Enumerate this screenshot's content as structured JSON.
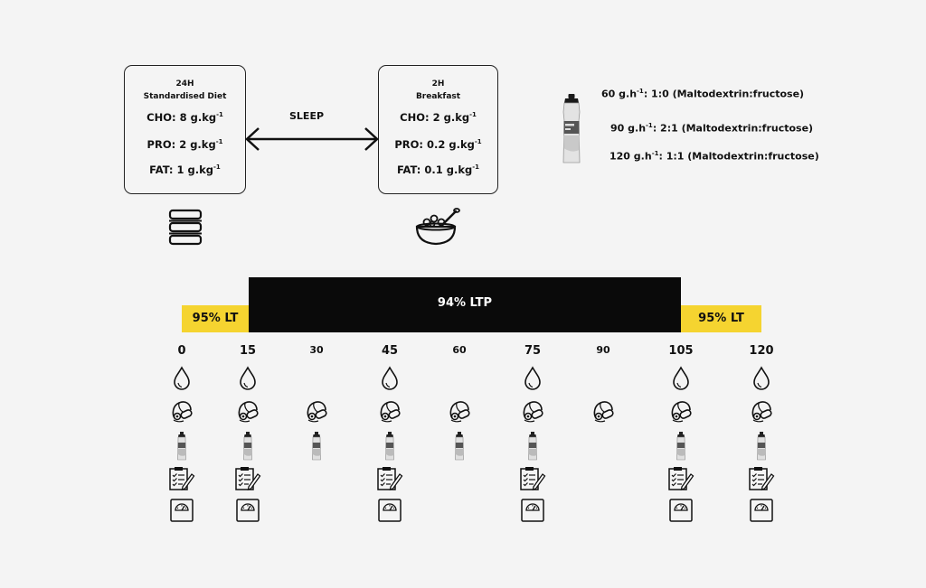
{
  "meal_24h": {
    "title_line1": "24H",
    "title_line2": "Standardised Diet",
    "cho": "CHO: 8 g.kg",
    "pro": "PRO: 2 g.kg",
    "fat": "FAT: 1 g.kg",
    "exp": "-1",
    "icon": "food-containers-icon"
  },
  "meal_2h": {
    "title_line1": "2H",
    "title_line2": "Breakfast",
    "cho": "CHO: 2 g.kg",
    "pro": "PRO: 0.2 g.kg",
    "fat": "FAT: 0.1 g.kg",
    "exp": "-1",
    "icon": "cereal-bowl-icon"
  },
  "sleep_label": "SLEEP",
  "bottle_options": [
    {
      "rate": "60 g.h",
      "exp": "-1",
      "ratio": ": 1:0 (Maltodextrin:fructose)"
    },
    {
      "rate": "90 g.h",
      "exp": "-1",
      "ratio": ": 2:1 (Maltodextrin:fructose)"
    },
    {
      "rate": "120 g.h",
      "exp": "-1",
      "ratio": ": 1:1 (Maltodextrin:fructose)"
    }
  ],
  "intensity": {
    "ltp_label": "94% LTP",
    "lt_left": "95% LT",
    "lt_right": "95% LT",
    "ltp_color": "#0a0a0a",
    "lt_color": "#f5d430"
  },
  "timepoints": [
    {
      "label": "0",
      "drop": true,
      "mask": true,
      "bottle": true,
      "clipboard": true,
      "scale": true
    },
    {
      "label": "15",
      "drop": true,
      "mask": true,
      "bottle": true,
      "clipboard": true,
      "scale": true
    },
    {
      "label": "30",
      "drop": false,
      "mask": true,
      "bottle": true,
      "clipboard": false,
      "scale": false
    },
    {
      "label": "45",
      "drop": true,
      "mask": true,
      "bottle": true,
      "clipboard": true,
      "scale": true
    },
    {
      "label": "60",
      "drop": false,
      "mask": true,
      "bottle": true,
      "clipboard": false,
      "scale": false
    },
    {
      "label": "75",
      "drop": true,
      "mask": true,
      "bottle": true,
      "clipboard": true,
      "scale": true
    },
    {
      "label": "90",
      "drop": false,
      "mask": true,
      "bottle": false,
      "clipboard": false,
      "scale": false
    },
    {
      "label": "105",
      "drop": true,
      "mask": true,
      "bottle": true,
      "clipboard": true,
      "scale": true
    },
    {
      "label": "120",
      "drop": true,
      "mask": true,
      "bottle": true,
      "clipboard": true,
      "scale": true
    }
  ],
  "icons": {
    "drop": "blood-drop-icon",
    "mask": "gas-analysis-mask-icon",
    "bottle": "drink-bottle-icon",
    "clipboard": "questionnaire-clipboard-icon",
    "scale": "weighing-scale-icon"
  }
}
